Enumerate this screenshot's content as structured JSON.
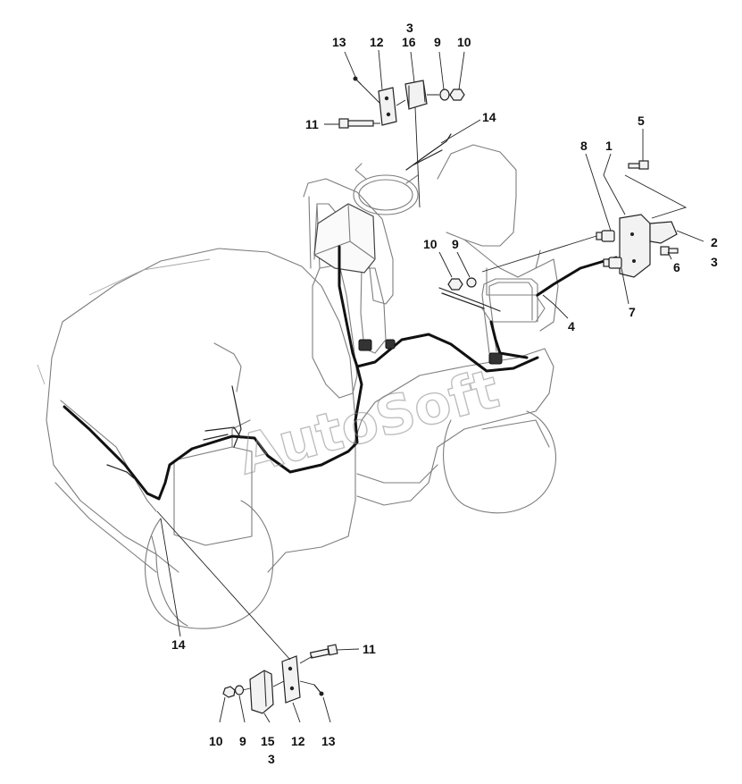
{
  "watermark": "AutoSoft",
  "callouts": [
    {
      "id": "c-13-top",
      "text": "13"
    },
    {
      "id": "c-12-top",
      "text": "12"
    },
    {
      "id": "c-3-top",
      "text": "3"
    },
    {
      "id": "c-16",
      "text": "16"
    },
    {
      "id": "c-9-top",
      "text": "9"
    },
    {
      "id": "c-10-top",
      "text": "10"
    },
    {
      "id": "c-11-top",
      "text": "11"
    },
    {
      "id": "c-14-top",
      "text": "14"
    },
    {
      "id": "c-5",
      "text": "5"
    },
    {
      "id": "c-8",
      "text": "8"
    },
    {
      "id": "c-1",
      "text": "1"
    },
    {
      "id": "c-2",
      "text": "2"
    },
    {
      "id": "c-3-right",
      "text": "3"
    },
    {
      "id": "c-6",
      "text": "6"
    },
    {
      "id": "c-7",
      "text": "7"
    },
    {
      "id": "c-4",
      "text": "4"
    },
    {
      "id": "c-10-mid",
      "text": "10"
    },
    {
      "id": "c-9-mid",
      "text": "9"
    },
    {
      "id": "c-14-bottom",
      "text": "14"
    },
    {
      "id": "c-11-bottom",
      "text": "11"
    },
    {
      "id": "c-10-bottom",
      "text": "10"
    },
    {
      "id": "c-9-bottom",
      "text": "9"
    },
    {
      "id": "c-15",
      "text": "15"
    },
    {
      "id": "c-12-bottom",
      "text": "12"
    },
    {
      "id": "c-13-bottom",
      "text": "13"
    },
    {
      "id": "c-3-bottom",
      "text": "3"
    }
  ]
}
